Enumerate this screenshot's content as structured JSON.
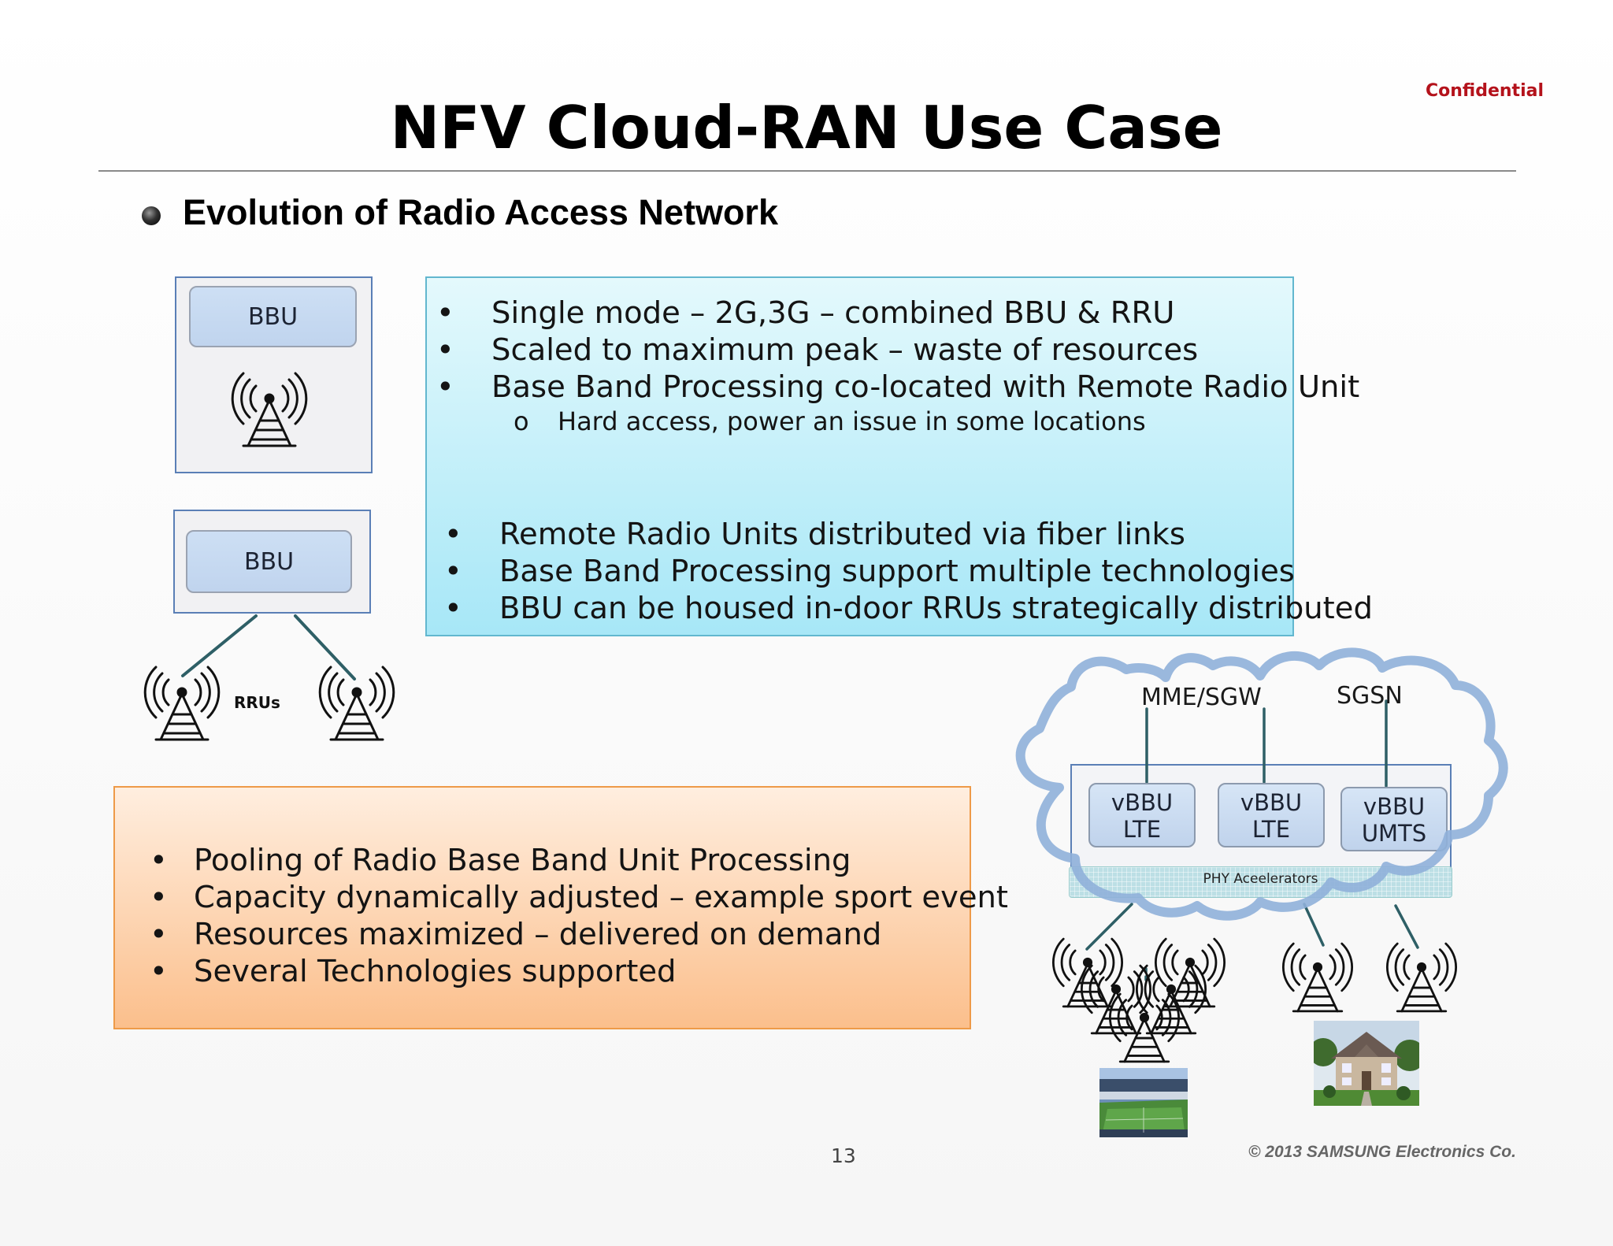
{
  "slide": {
    "title": "NFV Cloud-RAN Use Case",
    "confidential": "Confidential",
    "section_heading": "Evolution of Radio Access Network",
    "page_number": "13",
    "copyright": "© 2013 SAMSUNG Electronics Co."
  },
  "left_diagram": {
    "bbu_top_label": "BBU",
    "bbu_bottom_label": "BBU",
    "rrus_label": "RRUs"
  },
  "blue_box": {
    "bullet_symbol": "•",
    "sub_bullet_symbol": "o",
    "group1": [
      "Single mode – 2G,3G – combined BBU & RRU",
      "Scaled to maximum peak – waste of resources",
      "Base Band Processing co-located with Remote Radio Unit"
    ],
    "sub_item": "Hard access,  power an issue in some locations",
    "group2": [
      "Remote Radio Units distributed via fiber links",
      "Base Band Processing support multiple technologies",
      "BBU can be housed in-door RRUs strategically distributed"
    ]
  },
  "orange_box": {
    "bullet_symbol": "•",
    "items": [
      "Pooling of Radio Base Band Unit Processing",
      "Capacity dynamically adjusted – example sport event",
      "Resources maximized – delivered on demand",
      "Several Technologies supported"
    ]
  },
  "cloud_diagram": {
    "mme_sgw_label": "MME/SGW",
    "sgsn_label": "SGSN",
    "units": [
      {
        "line1": "vBBU",
        "line2": "LTE"
      },
      {
        "line1": "vBBU",
        "line2": "LTE"
      },
      {
        "line1": "vBBU",
        "line2": "UMTS"
      }
    ],
    "phy_label": "PHY Aceelerators"
  },
  "colors": {
    "confidential": "#b4121b",
    "panel_border": "#5a7fb6",
    "blue_box_top": "#e4f9fc",
    "blue_box_bottom": "#a7e7f7",
    "orange_box_top": "#ffeedf",
    "orange_box_bottom": "#fbbf8c",
    "cloud_stroke": "#8fb0d9",
    "link_line": "#2e5f66"
  }
}
